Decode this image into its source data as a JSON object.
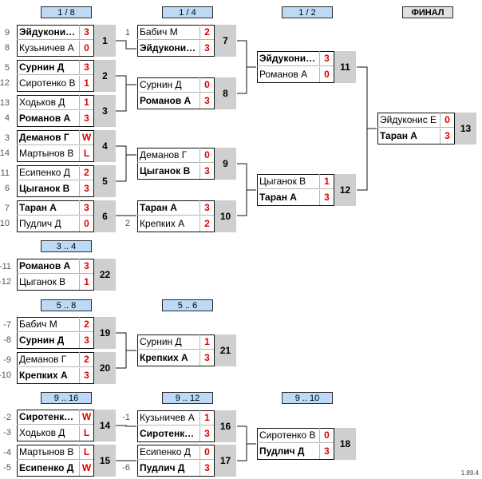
{
  "headers": {
    "r1_8": "1 / 8",
    "r1_4": "1 / 4",
    "r1_2": "1 / 2",
    "final": "ФИНАЛ",
    "p3_4": "3 .. 4",
    "p5_8": "5 .. 8",
    "p5_6": "5 .. 6",
    "p9_16": "9 .. 16",
    "p9_12": "9 .. 12",
    "p9_10": "9 .. 10"
  },
  "seeds": {
    "s9": "9",
    "s8": "8",
    "s5": "5",
    "s12": "12",
    "s13": "13",
    "s4": "4",
    "s3": "3",
    "s14": "14",
    "s11": "11",
    "s6": "6",
    "s7": "7",
    "s10": "10",
    "q1": "1",
    "q2": "2",
    "l11": "-11",
    "l12": "-12",
    "l7": "-7",
    "l8": "-8",
    "l9": "-9",
    "l10": "-10",
    "l2": "-2",
    "l3": "-3",
    "l4": "-4",
    "l5": "-5",
    "l1": "-1",
    "l6": "-6"
  },
  "matches": {
    "m1": {
      "num": "1",
      "p1": "Эйдуконис Е",
      "s1": "3",
      "p2": "Кузьничев А",
      "s2": "0"
    },
    "m2": {
      "num": "2",
      "p1": "Сурнин Д",
      "s1": "3",
      "p2": "Сиротенко В",
      "s2": "1"
    },
    "m3": {
      "num": "3",
      "p1": "Ходьков Д",
      "s1": "1",
      "p2": "Романов А",
      "s2": "3"
    },
    "m4": {
      "num": "4",
      "p1": "Деманов Г",
      "s1": "W",
      "p2": "Мартынов В",
      "s2": "L"
    },
    "m5": {
      "num": "5",
      "p1": "Есипенко Д",
      "s1": "2",
      "p2": "Цыганок В",
      "s2": "3"
    },
    "m6": {
      "num": "6",
      "p1": "Таран А",
      "s1": "3",
      "p2": "Пудлич Д",
      "s2": "0"
    },
    "m7": {
      "num": "7",
      "p1": "Бабич М",
      "s1": "2",
      "p2": "Эйдуконис Е",
      "s2": "3"
    },
    "m8": {
      "num": "8",
      "p1": "Сурнин Д",
      "s1": "0",
      "p2": "Романов А",
      "s2": "3"
    },
    "m9": {
      "num": "9",
      "p1": "Деманов Г",
      "s1": "0",
      "p2": "Цыганок В",
      "s2": "3"
    },
    "m10": {
      "num": "10",
      "p1": "Таран А",
      "s1": "3",
      "p2": "Крепких А",
      "s2": "2"
    },
    "m11": {
      "num": "11",
      "p1": "Эйдуконис Е",
      "s1": "3",
      "p2": "Романов А",
      "s2": "0"
    },
    "m12": {
      "num": "12",
      "p1": "Цыганок В",
      "s1": "1",
      "p2": "Таран А",
      "s2": "3"
    },
    "m13": {
      "num": "13",
      "p1": "Эйдуконис Е",
      "s1": "0",
      "p2": "Таран А",
      "s2": "3"
    },
    "m22": {
      "num": "22",
      "p1": "Романов А",
      "s1": "3",
      "p2": "Цыганок В",
      "s2": "1"
    },
    "m19": {
      "num": "19",
      "p1": "Бабич М",
      "s1": "2",
      "p2": "Сурнин Д",
      "s2": "3"
    },
    "m20": {
      "num": "20",
      "p1": "Деманов Г",
      "s1": "2",
      "p2": "Крепких А",
      "s2": "3"
    },
    "m21": {
      "num": "21",
      "p1": "Сурнин Д",
      "s1": "1",
      "p2": "Крепких А",
      "s2": "3"
    },
    "m14": {
      "num": "14",
      "p1": "Сиротенко В",
      "s1": "W",
      "p2": "Ходьков Д",
      "s2": "L"
    },
    "m15": {
      "num": "15",
      "p1": "Мартынов В",
      "s1": "L",
      "p2": "Есипенко Д",
      "s2": "W"
    },
    "m16": {
      "num": "16",
      "p1": "Кузьничев А",
      "s1": "1",
      "p2": "Сиротенко В",
      "s2": "3"
    },
    "m17": {
      "num": "17",
      "p1": "Есипенко Д",
      "s1": "0",
      "p2": "Пудлич Д",
      "s2": "3"
    },
    "m18": {
      "num": "18",
      "p1": "Сиротенко В",
      "s1": "0",
      "p2": "Пудлич Д",
      "s2": "3"
    }
  },
  "version": "1.89.4"
}
